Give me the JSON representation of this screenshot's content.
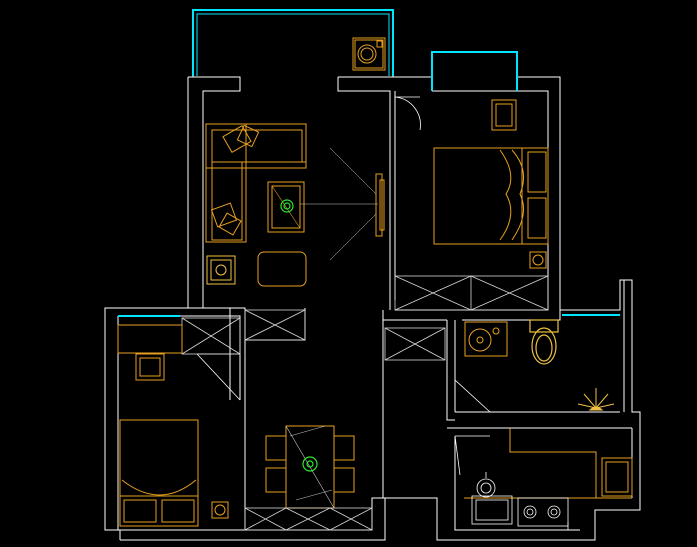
{
  "drawing": {
    "background": "#000000",
    "colors": {
      "wall": "#ffffff",
      "furniture": "#e8a020",
      "fixture": "#f0c040",
      "glass": "#00e5ff",
      "plant": "#2ee82e",
      "cabinet": "#d8d8d8"
    },
    "rooms": [
      "living-room",
      "master-bedroom",
      "second-bedroom",
      "bathroom",
      "kitchen",
      "balcony",
      "bay-window"
    ],
    "furniture": [
      "sofa",
      "coffee-table",
      "side-table",
      "tv-cabinet",
      "double-bed",
      "single-bed",
      "desk-chair",
      "dining-table",
      "dining-chair",
      "toilet",
      "wash-basin",
      "washing-machine",
      "stove",
      "sink",
      "refrigerator",
      "wardrobe"
    ]
  }
}
